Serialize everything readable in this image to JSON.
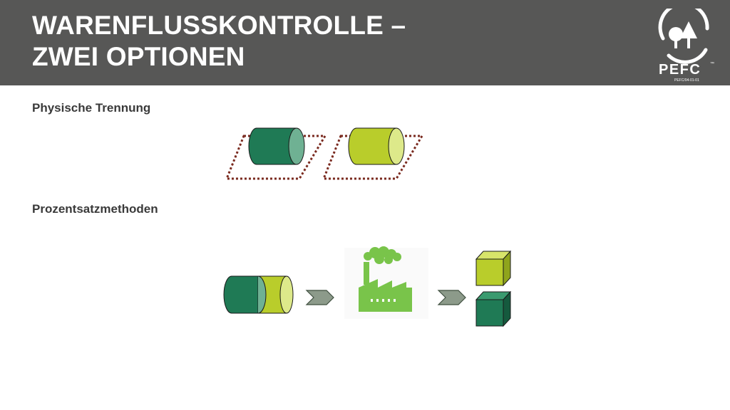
{
  "header": {
    "title_line1": "WARENFLUSSKONTROLLE –",
    "title_line2": "ZWEI OPTIONEN",
    "bg_color": "#575756"
  },
  "logo": {
    "brand": "PEFC",
    "trademark": "™",
    "code": "PEFC/04-01-01",
    "icon": "pefc-tree-logo-icon"
  },
  "sections": {
    "physical": {
      "label": "Physische Trennung"
    },
    "percentage": {
      "label": "Prozentsatzmethoden"
    }
  },
  "colors": {
    "dark_green": "#1f7a55",
    "light_green": "#b9cd2b",
    "factory_green": "#79c44a",
    "dashed_brown": "#7a2a1f",
    "arrow_gray": "#8c9a8a"
  }
}
